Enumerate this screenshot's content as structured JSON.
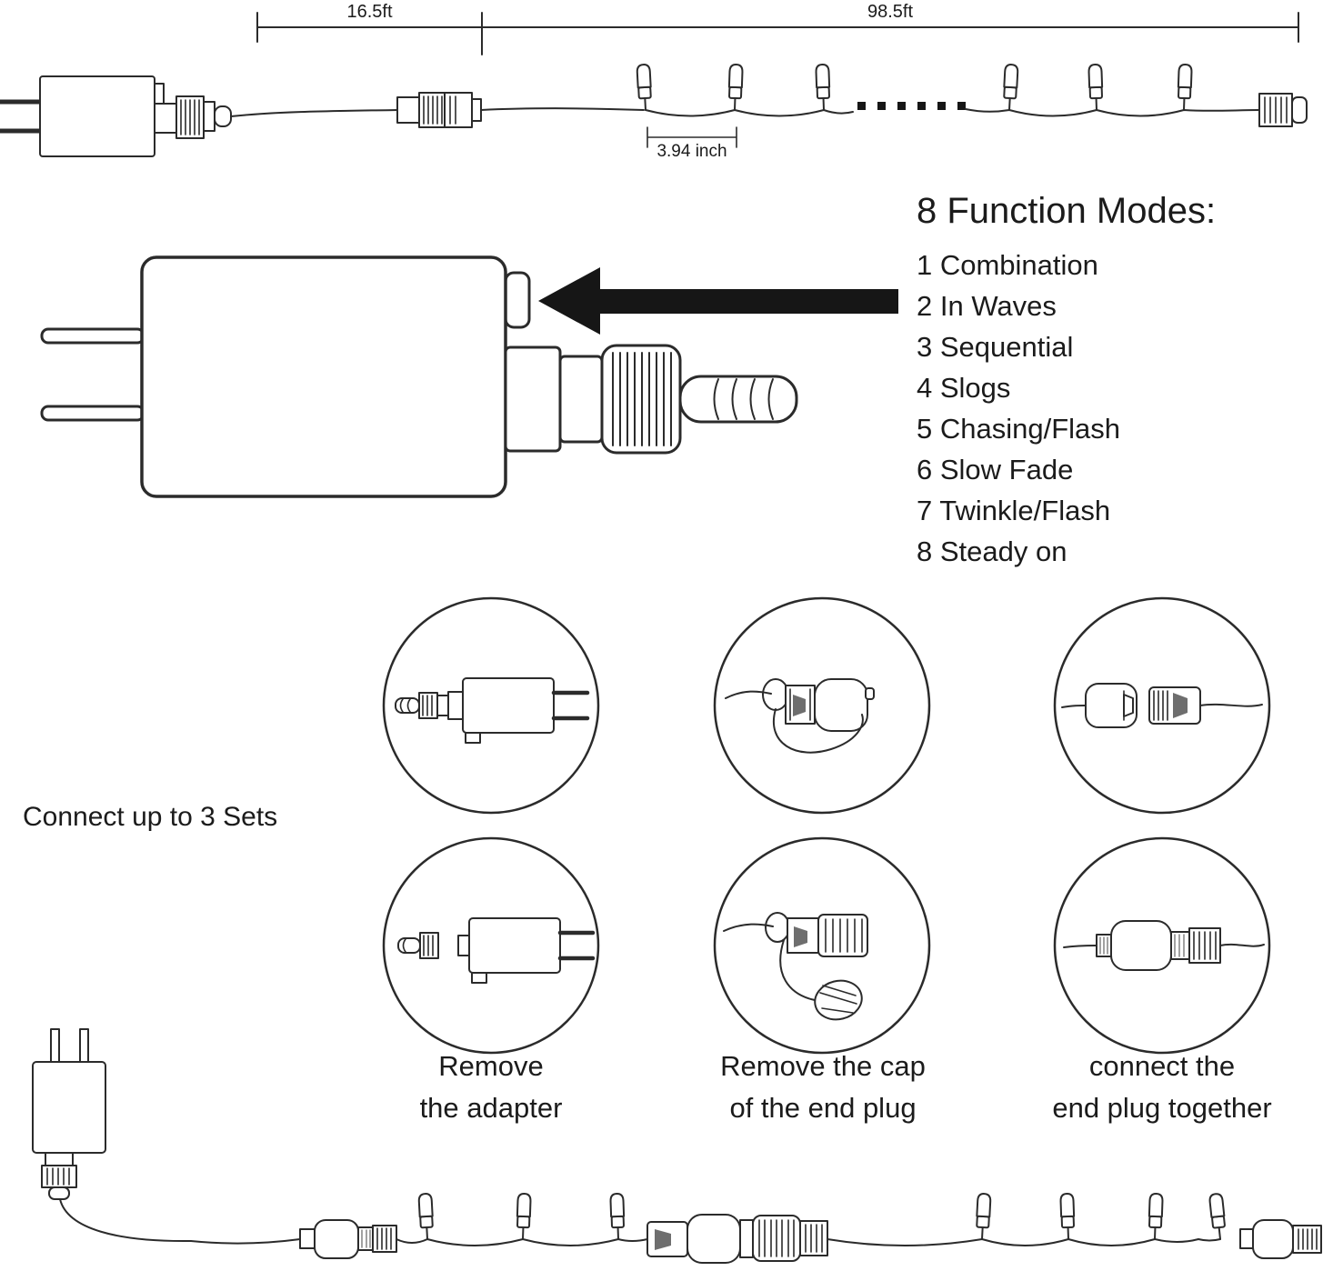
{
  "top_diagram": {
    "lead_length_label": "16.5ft",
    "string_length_label": "98.5ft",
    "bulb_spacing_label": "3.94 inch"
  },
  "function_modes": {
    "title": "8 Function Modes:",
    "items": [
      "1 Combination",
      "2 In Waves",
      "3 Sequential",
      "4 Slogs",
      "5 Chasing/Flash",
      "6 Slow Fade",
      "7 Twinkle/Flash",
      "8 Steady on"
    ]
  },
  "connection_guide": {
    "heading": "Connect up to 3 Sets",
    "steps": [
      {
        "line1": "Remove",
        "line2": "the adapter"
      },
      {
        "line1": "Remove the cap",
        "line2": "of the end plug"
      },
      {
        "line1": "connect the",
        "line2": "end plug together"
      }
    ]
  },
  "colors": {
    "line": "#2b2b2b",
    "text": "#1b1b1b",
    "solid": "#161616",
    "shade": "#6e6e6e"
  }
}
